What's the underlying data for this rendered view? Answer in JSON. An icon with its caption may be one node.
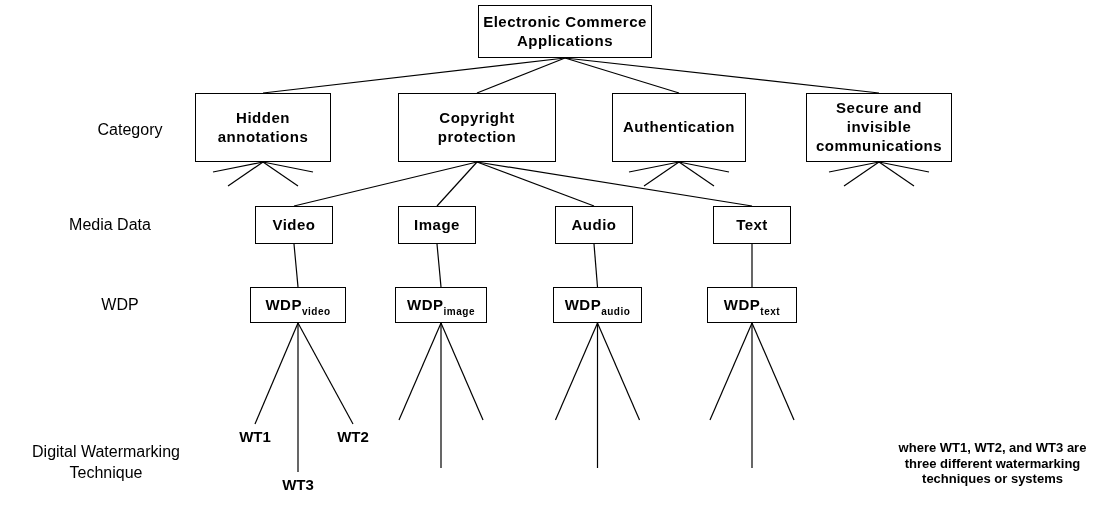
{
  "diagram": {
    "nodes": [
      {
        "text": [
          "Electronic Commerce Applications"
        ]
      },
      {
        "text": [
          "Hidden annotations"
        ]
      },
      {
        "text": [
          "Copyright protection"
        ]
      },
      {
        "text": [
          "Authentication"
        ]
      },
      {
        "text": [
          "Secure and invisible communications"
        ]
      },
      {
        "text": [
          "Video"
        ]
      },
      {
        "text": [
          "Image"
        ]
      },
      {
        "text": [
          "Audio"
        ]
      },
      {
        "text": [
          "Text"
        ]
      },
      {
        "text": [
          "WDP$_{video}$"
        ]
      },
      {
        "text": [
          "WDP$_{image}$"
        ]
      },
      {
        "text": [
          "WDP$_{audio}$"
        ]
      },
      {
        "text": [
          "WDP$_{text}$"
        ]
      },
      {
        "text": [
          "WT1"
        ]
      },
      {
        "text": [
          "WT2"
        ]
      },
      {
        "text": [
          "WT3"
        ]
      }
    ],
    "edges": [
      {
        "from": 0,
        "to": 1,
        "arrow": "none"
      },
      {
        "from": 0,
        "to": 2,
        "arrow": "none"
      },
      {
        "from": 0,
        "to": 3,
        "arrow": "none"
      },
      {
        "from": 0,
        "to": 4,
        "arrow": "none"
      },
      {
        "from": 1,
        "to": null,
        "arrow": "none"
      },
      {
        "from": 1,
        "to": null,
        "arrow": "none"
      },
      {
        "from": 1,
        "to": null,
        "arrow": "none"
      },
      {
        "from": 1,
        "to": null,
        "arrow": "none"
      },
      {
        "from": 2,
        "to": 5,
        "arrow": "none"
      },
      {
        "from": 2,
        "to": 6,
        "arrow": "none"
      },
      {
        "from": 2,
        "to": 7,
        "arrow": "none"
      },
      {
        "from": 2,
        "to": 8,
        "arrow": "none"
      },
      {
        "from": 3,
        "to": null,
        "arrow": "none"
      },
      {
        "from": 3,
        "to": null,
        "arrow": "none"
      },
      {
        "from": 3,
        "to": null,
        "arrow": "none"
      },
      {
        "from": 3,
        "to": null,
        "arrow": "none"
      },
      {
        "from": 4,
        "to": null,
        "arrow": "none"
      },
      {
        "from": 4,
        "to": null,
        "arrow": "none"
      },
      {
        "from": 4,
        "to": null,
        "arrow": "none"
      },
      {
        "from": 4,
        "to": null,
        "arrow": "none"
      },
      {
        "from": 5,
        "to": 9,
        "arrow": "none"
      },
      {
        "from": 6,
        "to": 10,
        "arrow": "none"
      },
      {
        "from": 7,
        "to": 11,
        "arrow": "none"
      },
      {
        "from": 8,
        "to": 12,
        "arrow": "none"
      },
      {
        "from": 9,
        "to": 13,
        "arrow": "none"
      },
      {
        "from": 9,
        "to": 15,
        "arrow": "none"
      },
      {
        "from": 9,
        "to": 14,
        "arrow": "none"
      },
      {
        "from": 10,
        "to": null,
        "arrow": "none"
      },
      {
        "from": 10,
        "to": null,
        "arrow": "none"
      },
      {
        "from": 10,
        "to": null,
        "arrow": "none"
      },
      {
        "from": 11,
        "to": null,
        "arrow": "none"
      },
      {
        "from": 11,
        "to": null,
        "arrow": "none"
      },
      {
        "from": 11,
        "to": null,
        "arrow": "none"
      },
      {
        "from": 12,
        "to": null,
        "arrow": "none"
      },
      {
        "from": 12,
        "to": null,
        "arrow": "none"
      },
      {
        "from": 12,
        "to": null,
        "arrow": "none"
      }
    ],
    "labels": [
      "Category",
      "Media Data",
      "WDP",
      "Digital Watermarking Technique",
      "where WT1, WT2, and WT3 are three different watermarking techniques or systems"
    ]
  }
}
